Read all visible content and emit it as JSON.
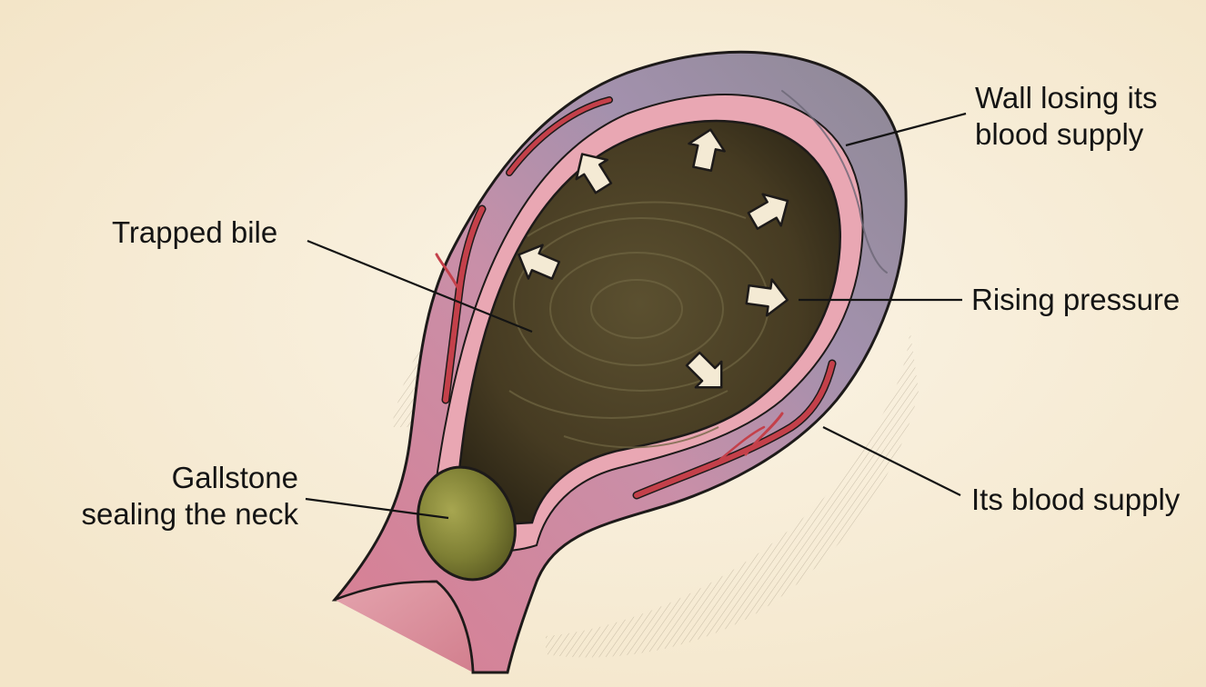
{
  "labels": {
    "wall": [
      "Wall losing its",
      "blood supply"
    ],
    "bile": "Trapped bile",
    "pressure": "Rising pressure",
    "gallstone": [
      "Gallstone",
      "sealing the neck"
    ],
    "supply": "Its blood supply"
  },
  "colors": {
    "background": "#f8eedb",
    "wall_pink": "#dc8f9e",
    "wall_gray": "#8f8894",
    "bile": "#4a4024",
    "stone": "#7d7f33",
    "arrow": "#f4ead4",
    "vessel": "#c4404a",
    "outline": "#1d1a19"
  },
  "icons": [
    "pressure-arrow-icon",
    "blood-vessel-icon"
  ]
}
